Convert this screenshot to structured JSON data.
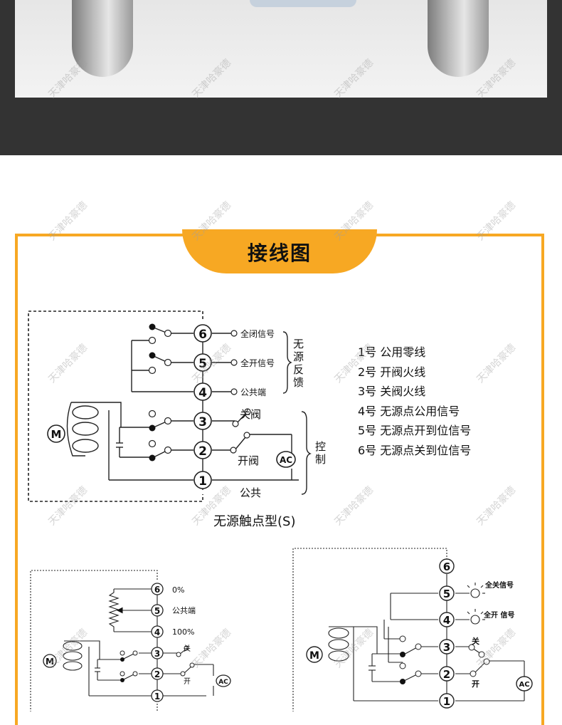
{
  "title": "接线图",
  "caption_main": "无源触点型(S)",
  "legend": [
    "1号  公用零线",
    "2号  开阀火线",
    "3号  关阀火线",
    "4号  无源点公用信号",
    "5号  无源点开到位信号",
    "6号  无源点关到位信号"
  ],
  "diagram1": {
    "t6": "6",
    "t5": "5",
    "t4": "4",
    "t3": "3",
    "t2": "2",
    "t1": "1",
    "sig_close": "全闭信号",
    "sig_open": "全开信号",
    "sig_common": "公共端",
    "passive_feedback": [
      "无",
      "源",
      "反",
      "馈"
    ],
    "close_valve": "关阀",
    "open_valve": "开阀",
    "common": "公共",
    "control": [
      "控",
      "制"
    ],
    "motor": "M",
    "ac": "AC"
  },
  "diagram2": {
    "t6": "6",
    "t5": "5",
    "t4": "4",
    "t3": "3",
    "t2": "2",
    "t1": "1",
    "pct0": "0%",
    "common": "公共端",
    "pct100": "100%",
    "close": "关",
    "open": "开",
    "motor": "M",
    "ac": "AC"
  },
  "diagram3": {
    "t6": "6",
    "t5": "5",
    "t4": "4",
    "t3": "3",
    "t2": "2",
    "t1": "1",
    "sig_all_close": "全关信号",
    "sig_all_open": "全开 信号",
    "close": "关",
    "open": "开",
    "motor": "M",
    "ac": "AC"
  },
  "watermark": "天津哈豪德",
  "colors": {
    "accent": "#f7a823",
    "photo_bg": "#333333"
  }
}
